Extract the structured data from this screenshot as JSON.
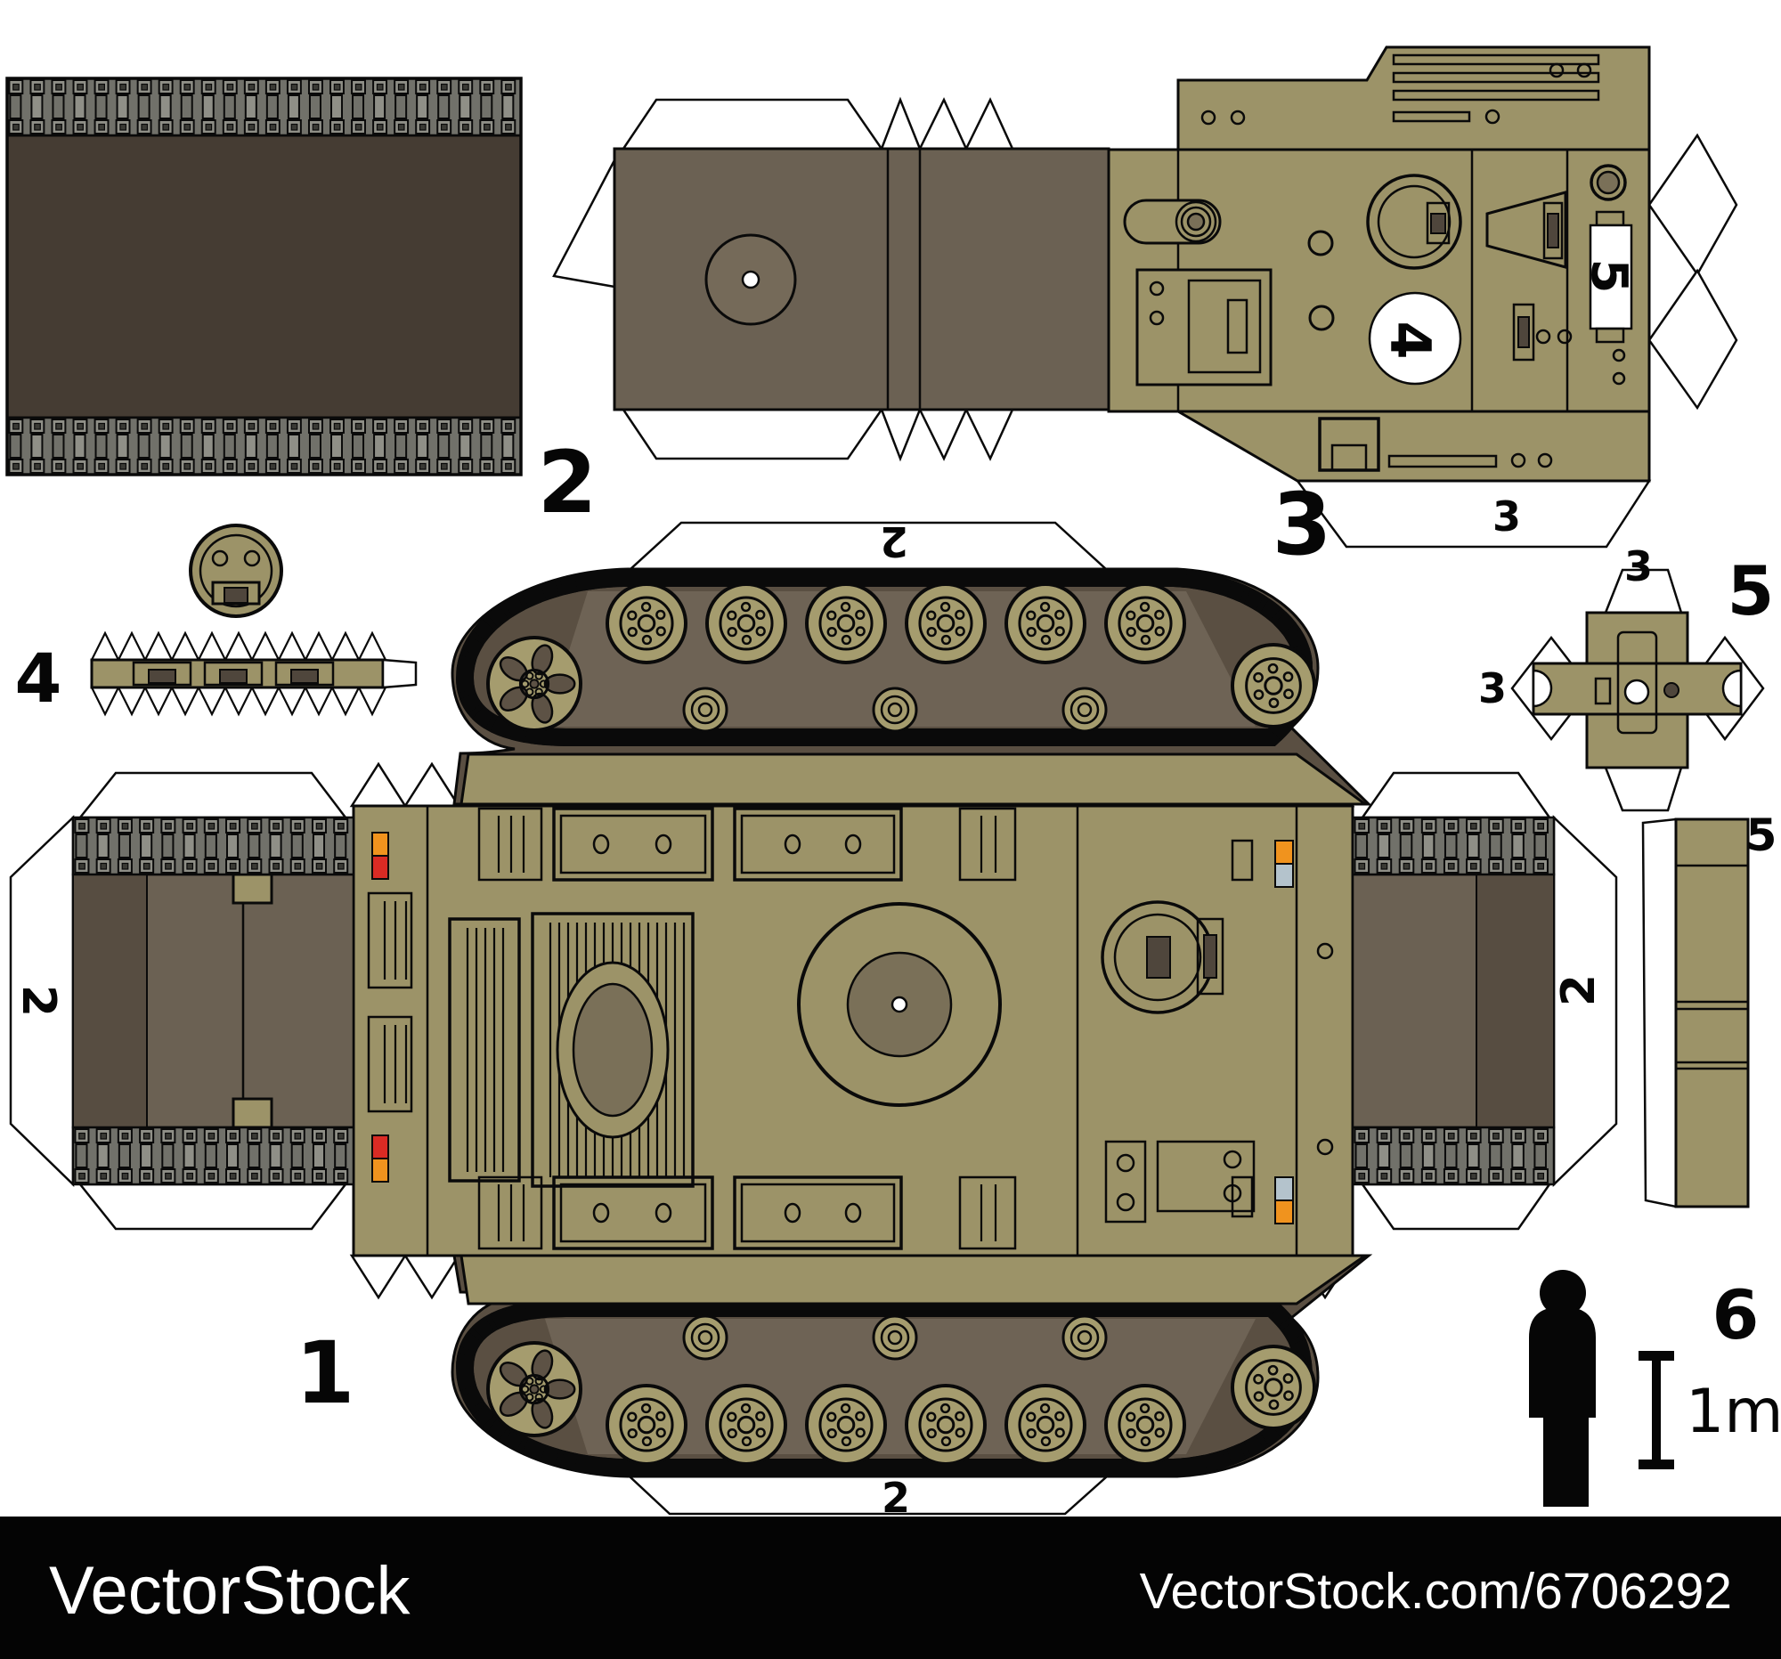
{
  "artwork": {
    "description": "Paper model cut-out sheet of a vintage tank",
    "scale_label": "1m"
  },
  "part_labels": {
    "part1": "1",
    "part2": "2",
    "part3": "3",
    "part4": "4",
    "part5": "5",
    "part6": "6"
  },
  "glue_tab_labels": {
    "top_track_tab": "2",
    "bottom_track_tab": "2",
    "left_hull_flap": "2",
    "right_hull_flap": "2",
    "turret_bottom_flap": "3",
    "cupola_top_flap": "3",
    "cupola_left_flap": "3",
    "barrel_top": "5"
  },
  "stickers": {
    "turret_circle": "4",
    "turret_side_rect": "5"
  },
  "watermark": {
    "brand": "VectorStock",
    "reference": "VectorStock.com/6706292"
  },
  "colors": {
    "paper": "#ffffff",
    "outline": "#0a0a0a",
    "khaki": "#9c9368",
    "khaki_dark": "#6b6153",
    "khaki_mid": "#756a59",
    "brown_dark": "#453c33",
    "brown_mid": "#574d41",
    "brown_panel": "#6b6153",
    "track_base": "#5a4f42",
    "track_inner": "#6e6355",
    "link_light": "#8f8f87",
    "link_mid": "#71716a",
    "link_dark": "#3a3a35",
    "wheel": "#a59c6e",
    "wheel_dark": "#5d5245",
    "detail_dark": "#4f463c",
    "ring_inner": "#7a7058",
    "red": "#da2b24",
    "orange": "#f0931e",
    "blue": "#b4c3cc",
    "white": "#ffffff",
    "black": "#060606",
    "wm_bar": "#040404",
    "wm_text": "#ffffff"
  }
}
